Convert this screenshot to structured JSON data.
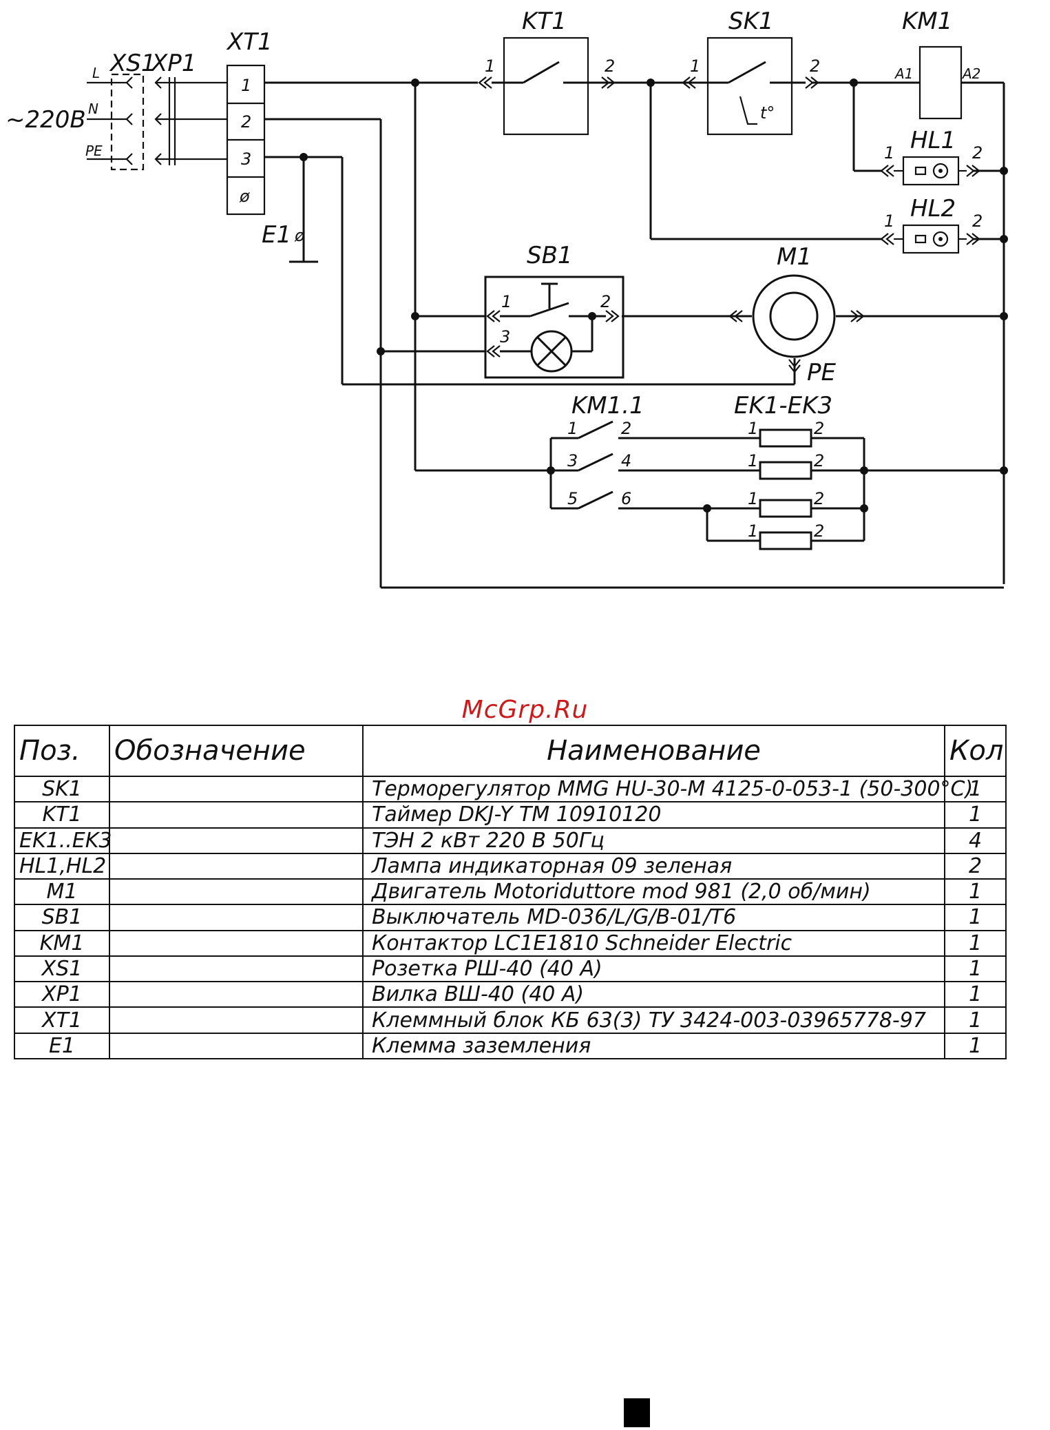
{
  "schematic": {
    "labels": {
      "supply": "~220В",
      "phase": "L",
      "neutral": "N",
      "earth": "PE",
      "socket": "XS1",
      "plug": "XP1",
      "terminal_block": "XT1",
      "terminal_1": "1",
      "terminal_2": "2",
      "terminal_3": "3",
      "terminal_gnd": "ø",
      "ground_clamp": "E1",
      "timer": "KT1",
      "thermostat": "SK1",
      "thermostat_symbol": "t°",
      "contactor": "KM1",
      "coil_a1": "A1",
      "coil_a2": "A2",
      "lamp1": "HL1",
      "lamp2": "HL2",
      "switch": "SB1",
      "motor": "M1",
      "motor_pe": "PE",
      "contacts": "KM1.1",
      "heaters": "EK1-EK3",
      "pin_1": "1",
      "pin_2": "2",
      "pin_3": "3",
      "pin_4": "4",
      "pin_5": "5",
      "pin_6": "6"
    }
  },
  "watermark": "McGrp.Ru",
  "spec_table": {
    "headers": {
      "pos": "Поз.",
      "designation": "Обозначение",
      "name": "Наименование",
      "qty": "Кол"
    },
    "rows": [
      {
        "pos": "SK1",
        "designation": "",
        "name": "Терморегулятор MMG HU-30-M  4125-0-053-1  (50-300°С)",
        "qty": "1"
      },
      {
        "pos": "KT1",
        "designation": "",
        "name": "Таймер  DKJ-Y  TM  10910120",
        "qty": "1"
      },
      {
        "pos": "EK1..EK3",
        "designation": "",
        "name": "ТЭН   2  кВт  220  В  50Гц",
        "qty": "4"
      },
      {
        "pos": "HL1,HL2",
        "designation": "",
        "name": "Лампа  индикаторная  09  зеленая",
        "qty": "2"
      },
      {
        "pos": "M1",
        "designation": "",
        "name": "Двигатель Motoriduttore mod 981 (2,0 об/мин)",
        "qty": "1"
      },
      {
        "pos": "SB1",
        "designation": "",
        "name": "Выключатель  MD-036/L/G/B-01/T6",
        "qty": "1"
      },
      {
        "pos": "KM1",
        "designation": "",
        "name": "Контактор  LC1E1810  Schneider  Electric",
        "qty": "1"
      },
      {
        "pos": "XS1",
        "designation": "",
        "name": "Розетка  РШ-40  (40  А)",
        "qty": "1"
      },
      {
        "pos": "XP1",
        "designation": "",
        "name": "Вилка  ВШ-40  (40  А)",
        "qty": "1"
      },
      {
        "pos": "XT1",
        "designation": "",
        "name": "Клеммный блок КБ 63(3) ТУ 3424-003-03965778-97",
        "qty": "1"
      },
      {
        "pos": "E1",
        "designation": "",
        "name": "Клемма  заземления",
        "qty": "1"
      }
    ]
  }
}
